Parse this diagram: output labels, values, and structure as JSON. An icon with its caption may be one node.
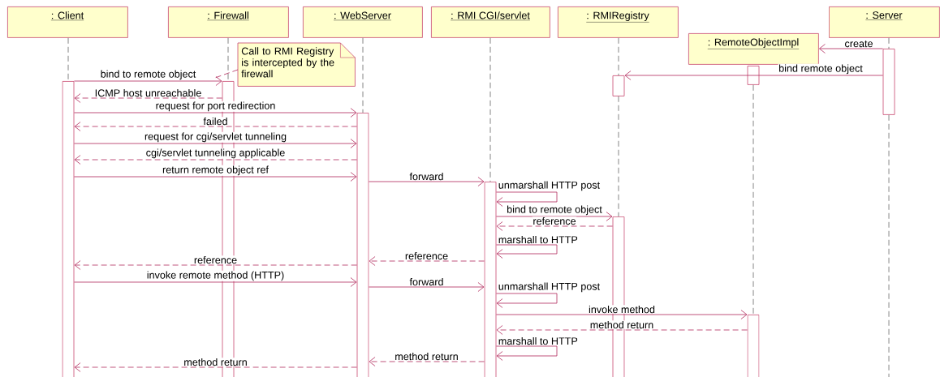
{
  "diagram": {
    "nodes": [
      {
        "text": [
          ": Client"
        ]
      },
      {
        "text": [
          ": Firewall"
        ]
      },
      {
        "text": [
          ": WebServer"
        ]
      },
      {
        "text": [
          ": RMI CGI/servlet"
        ]
      },
      {
        "text": [
          ": RMIRegistry"
        ]
      },
      {
        "text": [
          ": Server"
        ]
      },
      {
        "text": [
          ": RemoteObjectImpl"
        ]
      },
      {
        "text": [
          "Call to RMI Registry is intercepted by the firewall"
        ]
      },
      {
        "text": [],
        "shape": "bar"
      },
      {
        "text": [],
        "shape": "bar"
      },
      {
        "text": [],
        "shape": "bar"
      },
      {
        "text": [],
        "shape": "bar"
      },
      {
        "text": [],
        "shape": "bar"
      },
      {
        "text": [],
        "shape": "bar"
      },
      {
        "text": [],
        "shape": "bar"
      },
      {
        "text": [],
        "shape": "bar"
      },
      {
        "text": [],
        "shape": "bar"
      }
    ],
    "edges": [
      {
        "from": 16,
        "to": 6,
        "arrow": "to",
        "label": "create"
      },
      {
        "from": 16,
        "to": 12,
        "arrow": "to",
        "label": "bind remote object"
      },
      {
        "from": 8,
        "to": 9,
        "arrow": "to",
        "label": "bind to remote object"
      },
      {
        "from": 9,
        "to": 8,
        "arrow": "to",
        "label": "ICMP host unreachable",
        "style": "dashed"
      },
      {
        "from": 8,
        "to": 10,
        "arrow": "to",
        "label": "request for port redirection"
      },
      {
        "from": 10,
        "to": 8,
        "arrow": "to",
        "label": "failed",
        "style": "dashed"
      },
      {
        "from": 8,
        "to": 10,
        "arrow": "to",
        "label": "request for cgi/servlet tunneling"
      },
      {
        "from": 10,
        "to": 8,
        "arrow": "to",
        "label": "cgi/servlet tunneling applicable",
        "style": "dashed"
      },
      {
        "from": 8,
        "to": 10,
        "arrow": "to",
        "label": "return remote object ref"
      },
      {
        "from": 10,
        "to": 11,
        "arrow": "to",
        "label": "forward"
      },
      {
        "from": 11,
        "to": 11,
        "arrow": "to",
        "label": "unmarshall HTTP post"
      },
      {
        "from": 11,
        "to": 13,
        "arrow": "to",
        "label": "bind to remote object"
      },
      {
        "from": 13,
        "to": 11,
        "arrow": "to",
        "label": "reference",
        "style": "dashed"
      },
      {
        "from": 11,
        "to": 11,
        "arrow": "to",
        "label": "marshall to HTTP"
      },
      {
        "from": 11,
        "to": 10,
        "arrow": "to",
        "label": "reference",
        "style": "dashed"
      },
      {
        "from": 10,
        "to": 8,
        "arrow": "to",
        "label": "reference",
        "style": "dashed"
      },
      {
        "from": 8,
        "to": 10,
        "arrow": "to",
        "label": "invoke remote method (HTTP)"
      },
      {
        "from": 10,
        "to": 11,
        "arrow": "to",
        "label": "forward"
      },
      {
        "from": 11,
        "to": 11,
        "arrow": "to",
        "label": "unmarshall HTTP post"
      },
      {
        "from": 11,
        "to": 15,
        "arrow": "to",
        "label": "invoke method"
      },
      {
        "from": 15,
        "to": 11,
        "arrow": "to",
        "label": "method return",
        "style": "dashed"
      },
      {
        "from": 11,
        "to": 11,
        "arrow": "to",
        "label": "marshall to HTTP"
      },
      {
        "from": 11,
        "to": 10,
        "arrow": "to",
        "label": "method return",
        "style": "dashed"
      },
      {
        "from": 10,
        "to": 8,
        "arrow": "to",
        "label": "method return",
        "style": "dashed"
      },
      {
        "from": 7,
        "to": null,
        "arrow": "none",
        "style": "dashed"
      },
      {
        "from": 0,
        "to": 8,
        "arrow": "none",
        "style": "dashed",
        "color": "#666666"
      },
      {
        "from": 1,
        "to": 9,
        "arrow": "none",
        "style": "dashed",
        "color": "#666666"
      },
      {
        "from": 2,
        "to": 10,
        "arrow": "none",
        "style": "dashed",
        "color": "#666666"
      },
      {
        "from": 3,
        "to": 11,
        "arrow": "none",
        "style": "dashed",
        "color": "#666666"
      },
      {
        "from": 4,
        "to": 12,
        "arrow": "none",
        "style": "dashed",
        "color": "#666666"
      },
      {
        "from": 12,
        "to": 13,
        "arrow": "none",
        "style": "dashed",
        "color": "#666666"
      },
      {
        "from": 14,
        "to": 15,
        "arrow": "none",
        "style": "dashed",
        "color": "#666666"
      },
      {
        "from": 5,
        "to": 16,
        "arrow": "none",
        "style": "dashed",
        "color": "#666666"
      },
      {
        "from": 16,
        "to": null,
        "arrow": "none",
        "style": "dashed",
        "color": "#666666"
      }
    ]
  }
}
